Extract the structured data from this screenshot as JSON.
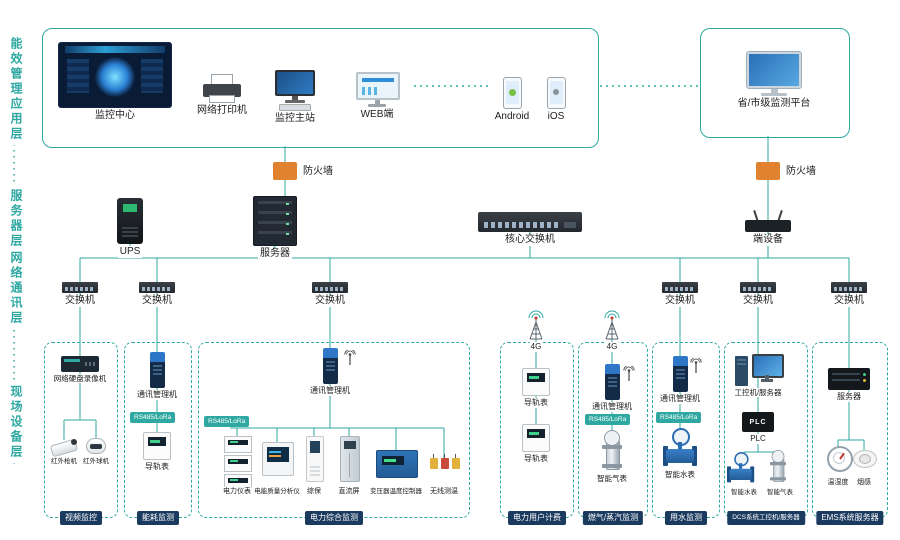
{
  "colors": {
    "accent": "#2fa8a2",
    "badge_bg": "#1b3a5f"
  },
  "layers": [
    "能效管理应用层",
    "服务器层",
    "网络通讯层",
    "现场设备层"
  ],
  "app": {
    "monitor_center": "监控中心",
    "printer": "网络打印机",
    "master_station": "监控主站",
    "web": "WEB端",
    "android": "Android",
    "ios": "iOS",
    "remote_platform": "省/市级监测平台"
  },
  "firewall_label": "防火墙",
  "backbone": {
    "ups": "UPS",
    "server": "服务器",
    "core_switch": "核心交换机",
    "edge_device": "端设备"
  },
  "switch_label": "交换机",
  "tags": {
    "rs485": "RS485/LoRa",
    "net4g": "4G"
  },
  "groups": [
    {
      "badge": "视频监控",
      "items": [
        "网络硬盘录像机",
        "红外枪机",
        "红外球机"
      ]
    },
    {
      "badge": "能耗监测",
      "items": [
        "通讯管理机",
        "导轨表"
      ]
    },
    {
      "badge": "电力综合监测",
      "items": [
        "通讯管理机",
        "电力仪表",
        "电能质量分析仪",
        "综保",
        "直流屏",
        "变压器温度控制器",
        "无线测温"
      ]
    },
    {
      "badge": "电力用户计费",
      "items": [
        "导轨表",
        "导轨表"
      ]
    },
    {
      "badge": "燃气/蒸汽监测",
      "items": [
        "通讯管理机",
        "智能气表"
      ]
    },
    {
      "badge": "用水监测",
      "items": [
        "通讯管理机",
        "智能水表"
      ]
    },
    {
      "badge": "DCS系统工控机/服务器",
      "items": [
        "工控机/服务器",
        "PLC",
        "智能水表",
        "智能气表"
      ]
    },
    {
      "badge": "EMS系统服务器",
      "items": [
        "服务器",
        "温湿度",
        "烟感"
      ]
    }
  ]
}
